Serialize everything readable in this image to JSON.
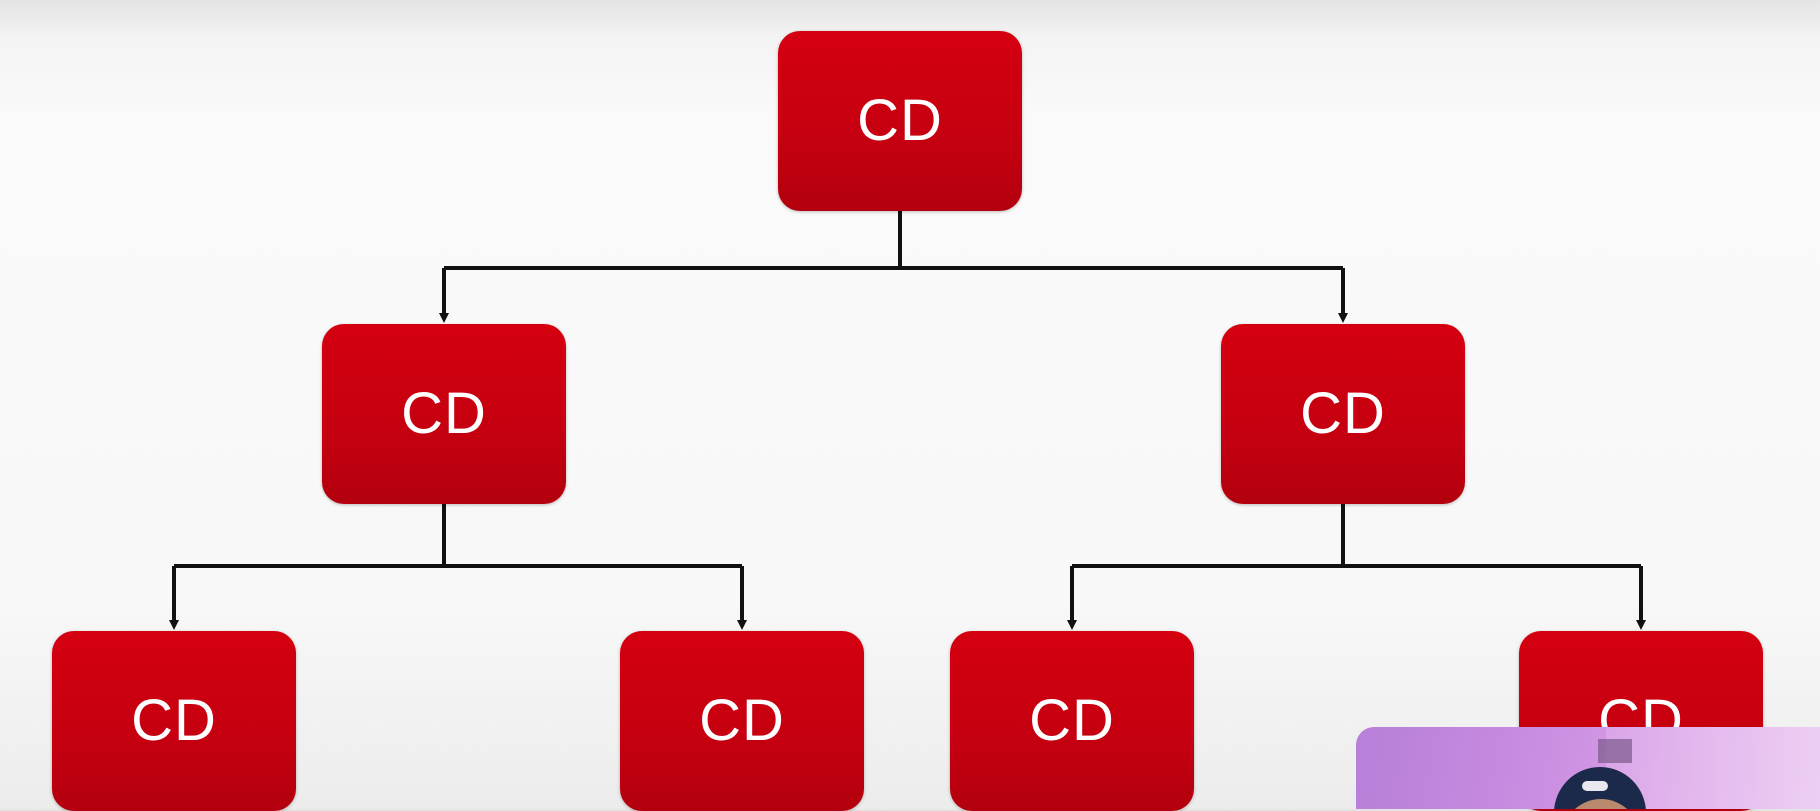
{
  "diagram": {
    "root": {
      "label": "CD"
    },
    "left": {
      "label": "CD"
    },
    "right": {
      "label": "CD"
    },
    "left_left": {
      "label": "CD"
    },
    "left_right": {
      "label": "CD"
    },
    "right_left": {
      "label": "CD"
    },
    "right_right": {
      "label": "CD"
    }
  },
  "colors": {
    "node_fill": "#c8000f",
    "node_text": "#ffffff",
    "connector": "#111111",
    "background": "#f7f7f7"
  }
}
